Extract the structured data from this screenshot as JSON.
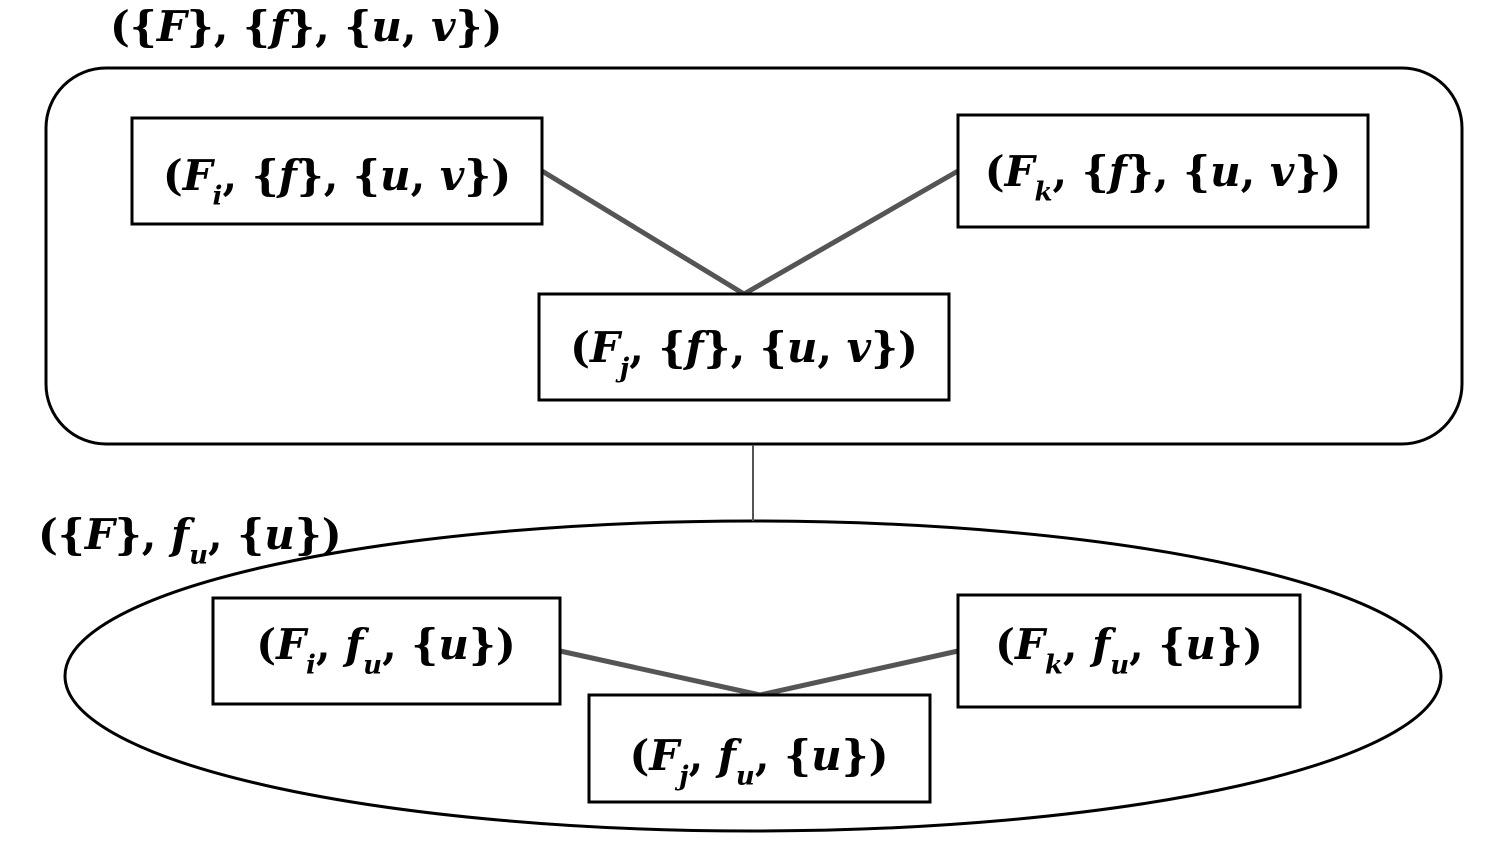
{
  "upper_group": {
    "label": {
      "open": "({",
      "F": "F",
      "mid1": "}, {",
      "f": "f",
      "mid2": "}, {",
      "u": "u",
      "comma": ", ",
      "v": "v",
      "close": "})"
    },
    "nodes": [
      {
        "id": "Fi",
        "F": "F",
        "sub": "i",
        "rest_a": ", {",
        "f": "f",
        "rest_b": "}, {",
        "u": "u",
        "comma": ", ",
        "v": "v",
        "close": "})"
      },
      {
        "id": "Fk",
        "F": "F",
        "sub": "k",
        "rest_a": ", {",
        "f": "f",
        "rest_b": "}, {",
        "u": "u",
        "comma": ", ",
        "v": "v",
        "close": "})"
      },
      {
        "id": "Fj",
        "F": "F",
        "sub": "j",
        "rest_a": ", {",
        "f": "f",
        "rest_b": "}, {",
        "u": "u",
        "comma": ", ",
        "v": "v",
        "close": "})"
      }
    ]
  },
  "lower_group": {
    "label": {
      "open": "({",
      "F": "F",
      "mid1": "}, ",
      "f": "f",
      "fsub": "u",
      "mid2": ", {",
      "u": "u",
      "close": "})"
    },
    "nodes": [
      {
        "id": "Fi",
        "F": "F",
        "sub": "i",
        "sep": ", ",
        "f": "f",
        "fsub": "u",
        "rest": ", {",
        "u": "u",
        "close": "})"
      },
      {
        "id": "Fk",
        "F": "F",
        "sub": "k",
        "sep": ", ",
        "f": "f",
        "fsub": "u",
        "rest": ", {",
        "u": "u",
        "close": "})"
      },
      {
        "id": "Fj",
        "F": "F",
        "sub": "j",
        "sep": ", ",
        "f": "f",
        "fsub": "u",
        "rest": ", {",
        "u": "u",
        "close": "})"
      }
    ]
  },
  "colors": {
    "stroke": "#000000",
    "edge": "#555555"
  }
}
